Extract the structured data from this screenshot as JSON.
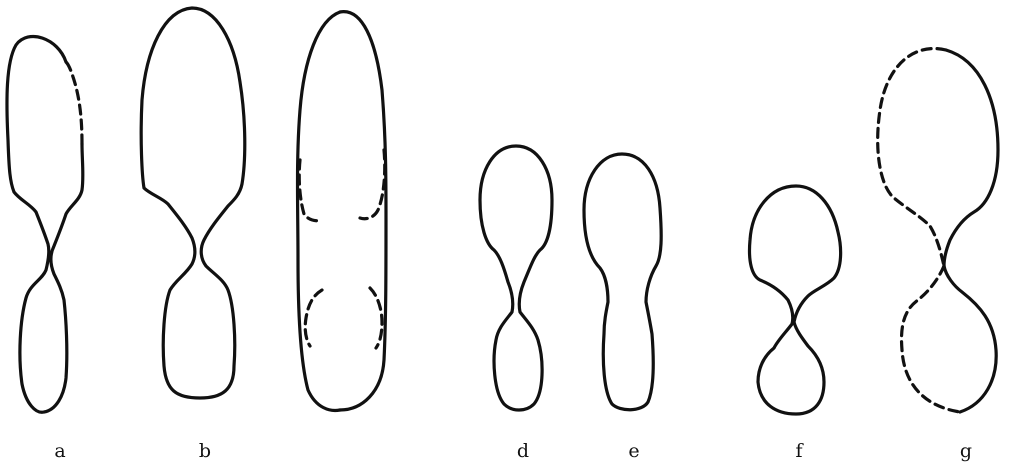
{
  "figure": {
    "panels": [
      {
        "id": "a",
        "label": "a",
        "dashed_segments": true
      },
      {
        "id": "b",
        "label": "b",
        "dashed_segments": false
      },
      {
        "id": "c",
        "label": "",
        "dashed_segments": true
      },
      {
        "id": "d",
        "label": "d",
        "dashed_segments": false
      },
      {
        "id": "e",
        "label": "e",
        "dashed_segments": false
      },
      {
        "id": "f",
        "label": "f",
        "dashed_segments": false
      },
      {
        "id": "g",
        "label": "g",
        "dashed_segments": true
      }
    ],
    "stroke_color": "#111111",
    "background_color": "#ffffff"
  }
}
